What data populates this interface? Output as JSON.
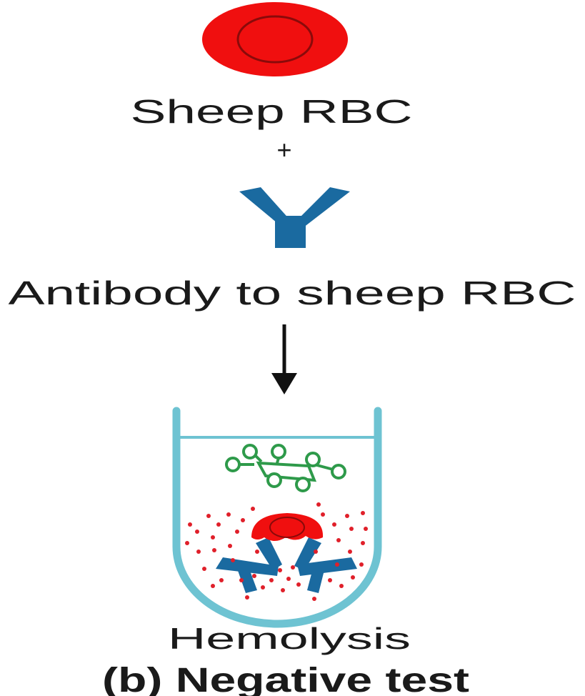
{
  "labels": {
    "rbc": "Sheep RBC",
    "plus": "+",
    "antibody": "Antibody to sheep RBC",
    "result": "Hemolysis",
    "caption": "(b) Negative test"
  },
  "colors": {
    "rbc_fill": "#f00f0f",
    "rbc_outline": "#8a0a0a",
    "antibody": "#1a6aa0",
    "tube": "#6ec3d2",
    "complement": "#2e9a4a",
    "hemoglobin_dots": "#e0202a",
    "arrow": "#111111"
  },
  "icons": [
    "rbc-icon",
    "antibody-icon",
    "down-arrow-icon",
    "test-tube-icon",
    "complement-icon"
  ]
}
